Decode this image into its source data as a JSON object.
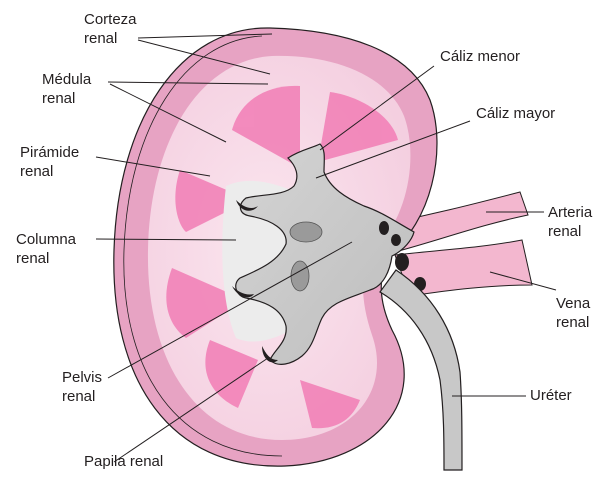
{
  "labels": {
    "corteza_line1": "Corteza",
    "corteza_line2": "renal",
    "medula_line1": "Médula",
    "medula_line2": "renal",
    "piramide_line1": "Pirámide",
    "piramide_line2": "renal",
    "columna_line1": "Columna",
    "columna_line2": "renal",
    "pelvis_line1": "Pelvis",
    "pelvis_line2": "renal",
    "papila": "Papila renal",
    "caliz_menor": "Cáliz menor",
    "caliz_mayor": "Cáliz mayor",
    "arteria_line1": "Arteria",
    "arteria_line2": "renal",
    "vena_line1": "Vena",
    "vena_line2": "renal",
    "ureter": "Uréter"
  },
  "colors": {
    "cortex": "#e8a7c5",
    "cortex_dark": "#d27fa6",
    "pyramid": "#f07fb5",
    "sinus": "#c8c8c8",
    "sinus_dark": "#8f8f8f",
    "vessel": "#f3b7cf",
    "outline": "#231f20"
  }
}
